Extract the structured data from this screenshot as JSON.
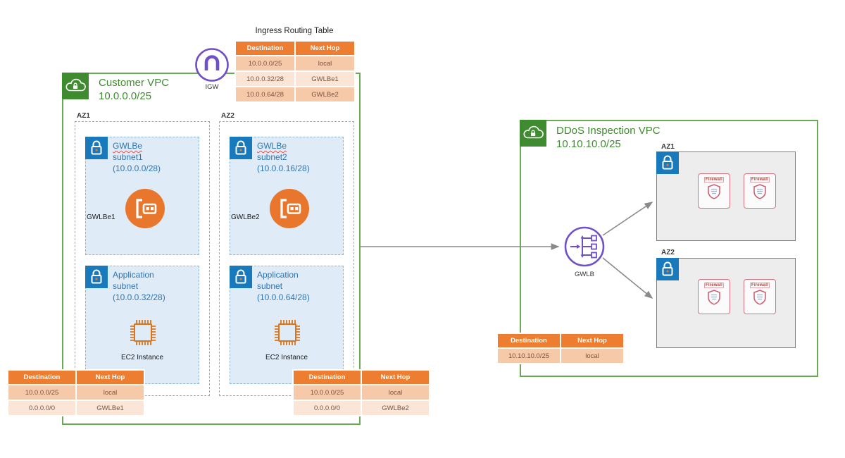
{
  "ingress_table": {
    "title": "Ingress Routing Table",
    "col1": "Destination",
    "col2": "Next Hop",
    "rows": [
      [
        "10.0.0.0/25",
        "local"
      ],
      [
        "10.0.0.32/28",
        "GWLBe1"
      ],
      [
        "10.0.0.64/28",
        "GWLBe2"
      ]
    ]
  },
  "customer_vpc": {
    "title": "Customer VPC",
    "cidr": "10.0.0.0/25",
    "igw_label": "IGW",
    "az1_label": "AZ1",
    "az2_label": "AZ2",
    "subnets": {
      "gwlbe1": {
        "name_line1": "GWLBe",
        "name_line2": "subnet1",
        "cidr": "(10.0.0.0/28)",
        "endpoint": "GWLBe1"
      },
      "gwlbe2": {
        "name_line1": "GWLBe",
        "name_line2": "subnet2",
        "cidr": "(10.0.0.16/28)",
        "endpoint": "GWLBe2"
      },
      "app1": {
        "name_line1": "Application",
        "name_line2": "subnet",
        "cidr": "(10.0.0.32/28)",
        "instance": "EC2 Instance"
      },
      "app2": {
        "name_line1": "Application",
        "name_line2": "subnet",
        "cidr": "(10.0.0.64/28)",
        "instance": "EC2 Instance"
      }
    }
  },
  "az1_route_table": {
    "col1": "Destination",
    "col2": "Next Hop",
    "rows": [
      [
        "10.0.0.0/25",
        "local"
      ],
      [
        "0.0.0.0/0",
        "GWLBe1"
      ]
    ]
  },
  "az2_route_table": {
    "col1": "Destination",
    "col2": "Next Hop",
    "rows": [
      [
        "10.0.0.0/25",
        "local"
      ],
      [
        "0.0.0.0/0",
        "GWLBe2"
      ]
    ]
  },
  "inspection_vpc": {
    "title": "DDoS Inspection VPC",
    "cidr": "10.10.10.0/25",
    "gwlb_label": "GWLB",
    "az1_label": "AZ1",
    "az2_label": "AZ2",
    "appliance_label": "Firewall",
    "route_table": {
      "col1": "Destination",
      "col2": "Next Hop",
      "rows": [
        [
          "10.10.10.0/25",
          "local"
        ]
      ]
    }
  },
  "colors": {
    "vpc_green_border": "#6aaa52",
    "vpc_green_text": "#3f8b30",
    "vpc_icon_green": "#3f8b30",
    "table_header_orange": "#ED7D31",
    "table_row_dark": "#F6C9A8",
    "table_row_light": "#FBE5D6",
    "subnet_fill_blue": "#dfecf7",
    "subnet_text_blue": "#2E75B6",
    "lock_blue": "#1879BC",
    "endpoint_orange": "#E8762D",
    "ec2_orange": "#D9751E",
    "network_purple": "#7050C8",
    "arrow_gray": "#8a8a8a",
    "firewall_pink": "#d4717f"
  }
}
